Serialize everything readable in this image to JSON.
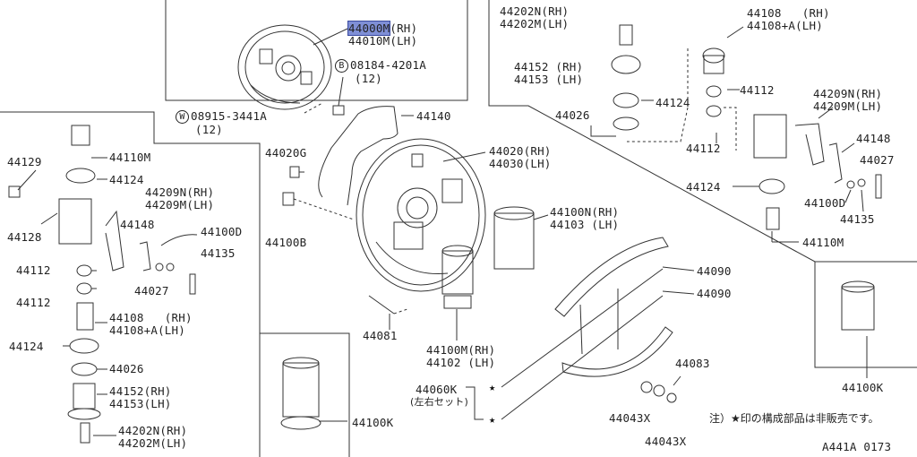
{
  "labels": {
    "p44000": {
      "a": "44000M",
      "b": "(RH)",
      "c": "44010M(LH)"
    },
    "p08184": {
      "sym": "B",
      "a": "08184-4201A",
      "b": "(12)"
    },
    "p08915": {
      "sym": "W",
      "a": "08915-3441A",
      "b": "(12)"
    },
    "p44140": "44140",
    "p44020G": "44020G",
    "p44020": {
      "a": "44020(RH)",
      "b": "44030(LH)"
    },
    "p44100B": "44100B",
    "p44100N": {
      "a": "44100N(RH)",
      "b": "44103 (LH)"
    },
    "p44081": "44081",
    "p44100M": {
      "a": "44100M(RH)",
      "b": "44102 (LH)"
    },
    "p44100K_center": "44100K",
    "p44060K": {
      "a": "44060K",
      "b": "(左右セット)"
    },
    "p44090a": "44090",
    "p44090b": "44090",
    "p44083": "44083",
    "p44043Xa": "44043X",
    "p44043Xb": "44043X",
    "p44129": "44129",
    "p44128": "44128",
    "p44110M_left": "44110M",
    "p44124_left1": "44124",
    "p44209_left": {
      "a": "44209N(RH)",
      "b": "44209M(LH)"
    },
    "p44148_left": "44148",
    "p44100D_left": "44100D",
    "p44135_left": "44135",
    "p44027_left": "44027",
    "p44112_left1": "44112",
    "p44112_left2": "44112",
    "p44108_left": {
      "a": "44108   (RH)",
      "b": "44108+A(LH)"
    },
    "p44124_left2": "44124",
    "p44026_left": "44026",
    "p44152_left": {
      "a": "44152(RH)",
      "b": "44153(LH)"
    },
    "p44202_left": {
      "a": "44202N(RH)",
      "b": "44202M(LH)"
    },
    "p44202_right": {
      "a": "44202N(RH)",
      "b": "44202M(LH)"
    },
    "p44152_right": {
      "a": "44152 (RH)",
      "b": "44153 (LH)"
    },
    "p44026_right": "44026",
    "p44124_right1": "44124",
    "p44108_right": {
      "a": "44108   (RH)",
      "b": "44108+A(LH)"
    },
    "p44112_right1": "44112",
    "p44112_right2": "44112",
    "p44209_right": {
      "a": "44209N(RH)",
      "b": "44209M(LH)"
    },
    "p44148_right": "44148",
    "p44027_right": "44027",
    "p44124_right2": "44124",
    "p44100D_right": "44100D",
    "p44135_right": "44135",
    "p44110M_right": "44110M",
    "p44100K_right": "44100K"
  },
  "note": "注）★印の構成部品は非販売です。",
  "figure_code": "A441A 0173",
  "colors": {
    "line": "#333333",
    "highlight": "#7f8fd6",
    "background": "#ffffff"
  }
}
